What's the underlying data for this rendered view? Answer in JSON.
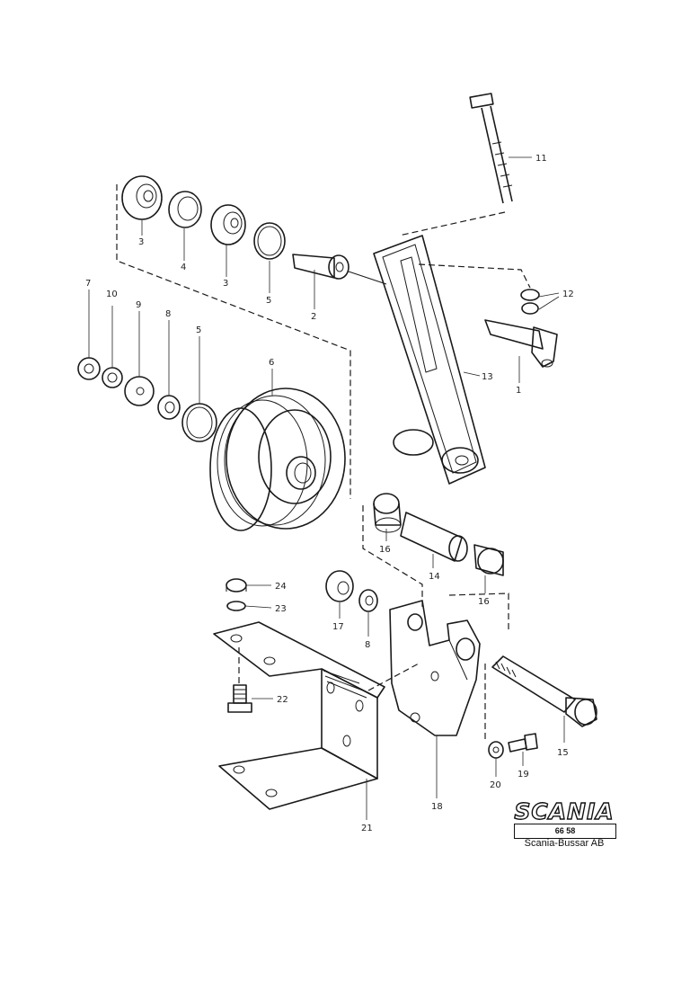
{
  "diagram": {
    "callouts": [
      {
        "id": "c11",
        "label": "11"
      },
      {
        "id": "c3a",
        "label": "3"
      },
      {
        "id": "c4",
        "label": "4"
      },
      {
        "id": "c3b",
        "label": "3"
      },
      {
        "id": "c5a",
        "label": "5"
      },
      {
        "id": "c2",
        "label": "2"
      },
      {
        "id": "c12",
        "label": "12"
      },
      {
        "id": "c1",
        "label": "1"
      },
      {
        "id": "c13",
        "label": "13"
      },
      {
        "id": "c7",
        "label": "7"
      },
      {
        "id": "c10",
        "label": "10"
      },
      {
        "id": "c9",
        "label": "9"
      },
      {
        "id": "c8a",
        "label": "8"
      },
      {
        "id": "c5b",
        "label": "5"
      },
      {
        "id": "c6",
        "label": "6"
      },
      {
        "id": "c16a",
        "label": "16"
      },
      {
        "id": "c14",
        "label": "14"
      },
      {
        "id": "c16b",
        "label": "16"
      },
      {
        "id": "c24",
        "label": "24"
      },
      {
        "id": "c23",
        "label": "23"
      },
      {
        "id": "c17",
        "label": "17"
      },
      {
        "id": "c8b",
        "label": "8"
      },
      {
        "id": "c22",
        "label": "22"
      },
      {
        "id": "c15",
        "label": "15"
      },
      {
        "id": "c20",
        "label": "20"
      },
      {
        "id": "c19",
        "label": "19"
      },
      {
        "id": "c18",
        "label": "18"
      },
      {
        "id": "c21",
        "label": "21"
      }
    ]
  },
  "logo": {
    "brand": "SCANIA",
    "code": "66 58",
    "owner": "Scania-Bussar AB"
  },
  "colors": {
    "ink": "#1a1a1a",
    "paper": "#ffffff"
  }
}
